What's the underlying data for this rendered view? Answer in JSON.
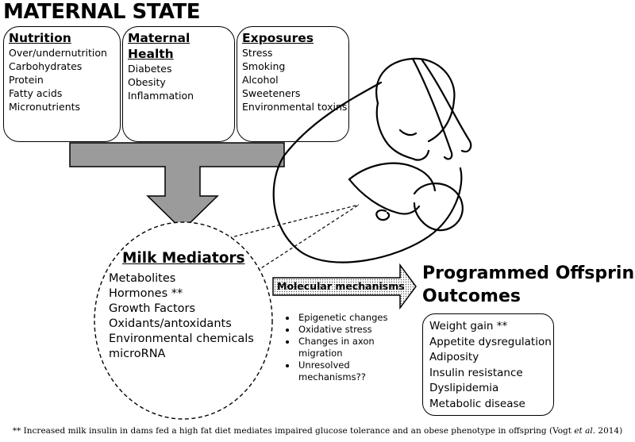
{
  "title": "MATERNAL STATE",
  "nutrition": {
    "heading": "Nutrition",
    "items": [
      "Over/undernutrition",
      "Carbohydrates",
      "Protein",
      "Fatty acids",
      "Micronutrients"
    ]
  },
  "maternal_health": {
    "heading": "Maternal Health",
    "items": [
      "Diabetes",
      "Obesity",
      "Inflammation"
    ]
  },
  "exposures": {
    "heading": "Exposures",
    "items": [
      "Stress",
      "Smoking",
      "Alcohol",
      "Sweeteners",
      "Environmental toxins"
    ]
  },
  "milk_mediators": {
    "heading": "Milk Mediators",
    "items": [
      "Metabolites",
      "Hormones **",
      "Growth Factors",
      "Oxidants/antoxidants",
      "Environmental chemicals",
      "microRNA"
    ]
  },
  "molecular": {
    "label": "Molecular mechanisms",
    "items": [
      "Epigenetic changes",
      "Oxidative stress",
      "Changes in axon migration",
      "Unresolved mechanisms??"
    ]
  },
  "outcomes": {
    "title_line1": "Programmed Offspring",
    "title_line2": "Outcomes",
    "items": [
      "Weight gain **",
      "Appetite dysregulation",
      "Adiposity",
      "Insulin resistance",
      "Dyslipidemia",
      "Metabolic disease"
    ]
  },
  "footnote": {
    "before": "** Increased milk insulin in dams fed a high fat diet mediates impaired glucose tolerance and an obese phenotype in offspring (Vogt ",
    "italic": "et al.",
    "after": " 2014)"
  },
  "colors": {
    "arrow_fill": "#9b9b9b",
    "stroke": "#000000"
  }
}
